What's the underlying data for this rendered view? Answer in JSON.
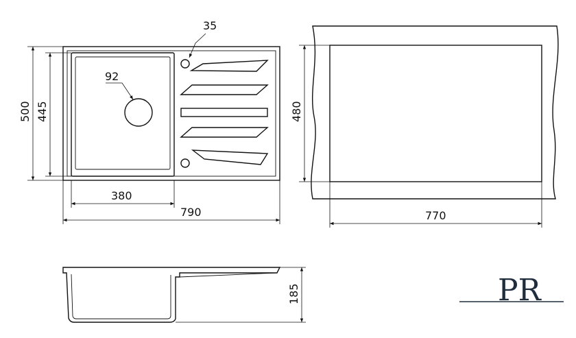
{
  "dimensions": {
    "overall_width": "790",
    "overall_depth": "500",
    "bowl_depth": "445",
    "bowl_width": "380",
    "drain_diameter": "92",
    "tap_hole_diameter": "35",
    "cutout_width": "770",
    "cutout_depth": "480",
    "sink_height": "185"
  },
  "logo": {
    "letters": "PR"
  },
  "colors": {
    "line": "#111111",
    "logo": "#1f2d3d",
    "background": "#ffffff"
  }
}
